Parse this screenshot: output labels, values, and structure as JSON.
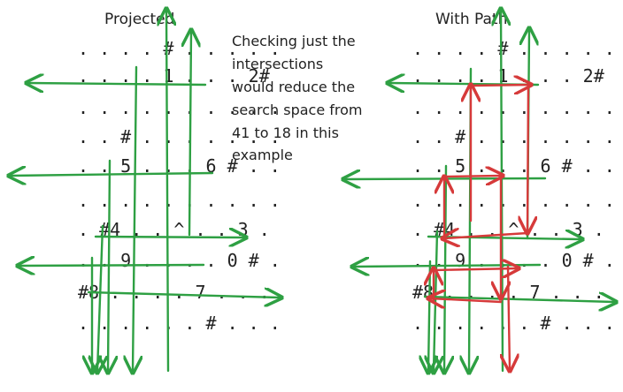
{
  "left_panel": {
    "title": "Projected",
    "rows": [
      ". . . . # . . . . .",
      ". . . . 1 . . . 2#",
      ". . . . . . . . . .",
      ". . # . . . . . . .",
      ". . 5 . . . 6 # . .",
      ". . . . . . . . . .",
      ". #4 . . ^ . . 3 .",
      ". . 9 . . . . 0 # .",
      "#8 . . . . 7 . . .",
      ". . . . . . # . . ."
    ]
  },
  "right_panel": {
    "title": "With Path",
    "rows": [
      ". . . . # . . . . .",
      ". . . . 1 . . . 2#",
      ". . . . . . . . . .",
      ". . # . . . . . . .",
      ". . 5 . . . 6 # . .",
      ". . . . . . . . . .",
      ". #4 . . ^ . . 3 .",
      ". . 9 . . . . 0 # .",
      "#8 . . . . 7 . . .",
      ". . . . . . # . . ."
    ]
  },
  "note": {
    "lines": [
      "Checking just the",
      "intersections",
      "would reduce the",
      "search space from",
      "41 to 18 in this",
      "example"
    ]
  },
  "colors": {
    "projection": "#2ea043",
    "path": "#d63a3a",
    "text": "#222222"
  }
}
